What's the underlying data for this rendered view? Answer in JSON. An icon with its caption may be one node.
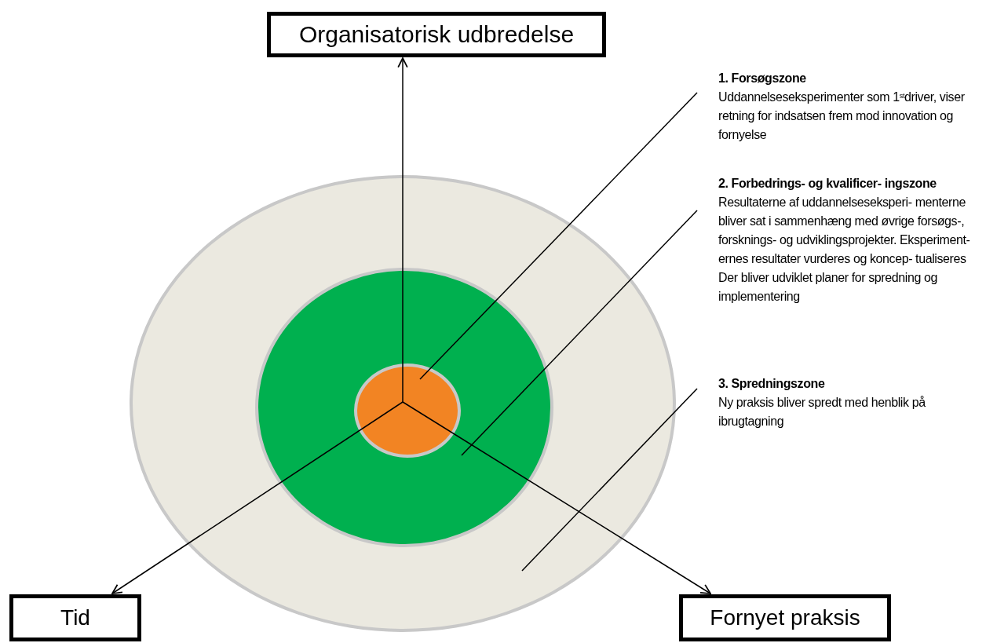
{
  "diagram": {
    "nodes": [
      {
        "text": [
          "Organisatorisk udbredelse"
        ]
      },
      {
        "text": [
          "Tid"
        ]
      },
      {
        "text": [
          "Fornyet praksis"
        ]
      },
      {
        "text": [],
        "shape": "circle"
      },
      {
        "text": [],
        "shape": "circle",
        "in": 3
      },
      {
        "text": [],
        "shape": "circle",
        "in": 4
      },
      {
        "text": [
          "1. Forsøgszone",
          "Uddannelseseksperimenter som 1$^{st}$driver, viser retning for indsatsen frem mod innovation og fornyelse"
        ]
      },
      {
        "text": [
          "2. Forbedrings- og kvalificer- ingszone",
          "Resultaterne af uddannelseseksperi- menterne bliver sat i sammenhæng med øvrige forsøgs-, forsknings- og udviklingsprojekter. Eksperiment- ernes resultater vurderes og koncep- tualiseres  Der bliver udviklet planer for spredning og implementering"
        ]
      },
      {
        "text": [
          "3. Spredningszone",
          "Ny praksis bliver spredt med henblik på ibrugtagning"
        ]
      }
    ],
    "edges": [
      {
        "from": 5,
        "to": 0,
        "arrow": "to"
      },
      {
        "from": 5,
        "to": 1,
        "arrow": "to"
      },
      {
        "from": 5,
        "to": 2,
        "arrow": "to"
      },
      {
        "from": 6,
        "to": 5,
        "arrow": "none"
      },
      {
        "from": 7,
        "to": 4,
        "arrow": "none"
      },
      {
        "from": 8,
        "to": 3,
        "arrow": "none"
      }
    ]
  }
}
